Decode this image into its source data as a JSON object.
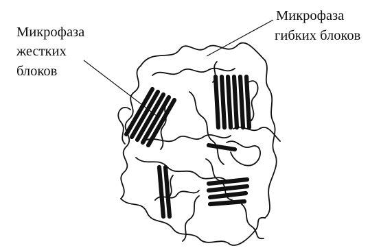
{
  "labels": {
    "rigid_phase": [
      "Микрофаза",
      "жестких",
      "блоков"
    ],
    "flexible_phase": [
      "Микрофаза",
      "гибких блоков"
    ]
  },
  "colors": {
    "background": "#ffffff",
    "ink": "#111111"
  }
}
